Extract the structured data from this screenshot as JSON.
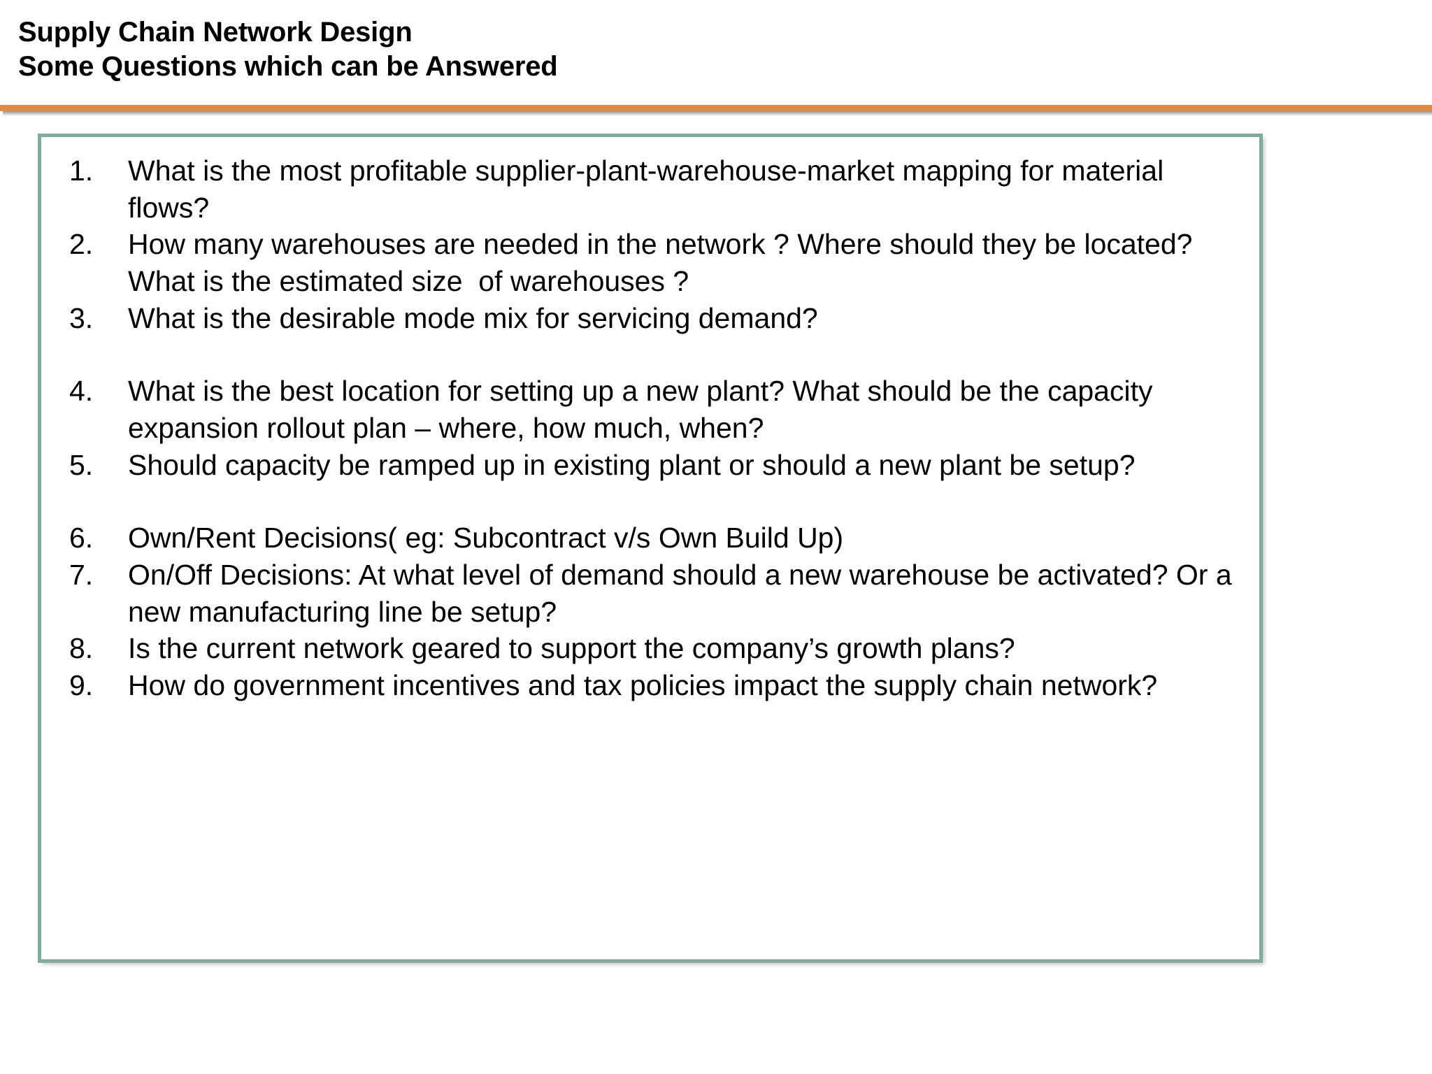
{
  "slide": {
    "title_line_1": "Supply Chain Network Design",
    "title_line_2": "Some Questions which can be Answered",
    "divider_color": "#E08A45",
    "box_border_color": "#7FAA9E",
    "text_color": "#000000",
    "background_color": "#FFFFFF"
  },
  "questions": [
    {
      "number": "1.",
      "text": "What is the most profitable supplier-plant-warehouse-market mapping for material flows?",
      "gap_before": false
    },
    {
      "number": "2.",
      "text": "How many warehouses are needed in the network ? Where should they be located? What is the estimated size  of warehouses ?",
      "gap_before": false
    },
    {
      "number": "3.",
      "text": "What is the desirable mode mix for servicing demand?",
      "gap_before": false
    },
    {
      "number": "4.",
      "text": "What is the best location for setting up a new plant? What should be the capacity expansion rollout plan – where, how much, when?",
      "gap_before": true
    },
    {
      "number": "5.",
      "text": "Should capacity be ramped up in existing plant or should a new plant be setup?",
      "gap_before": false
    },
    {
      "number": "6.",
      "text": "Own/Rent Decisions( eg: Subcontract v/s Own Build Up)",
      "gap_before": true
    },
    {
      "number": "7.",
      "text": "On/Off Decisions: At what level of demand should a new warehouse be activated? Or a new manufacturing line be setup?",
      "gap_before": false
    },
    {
      "number": "8.",
      "text": "Is the current network geared to support the company’s growth plans?",
      "gap_before": false
    },
    {
      "number": "9.",
      "text": "How do government incentives and tax policies impact the supply chain network?",
      "gap_before": false
    }
  ]
}
